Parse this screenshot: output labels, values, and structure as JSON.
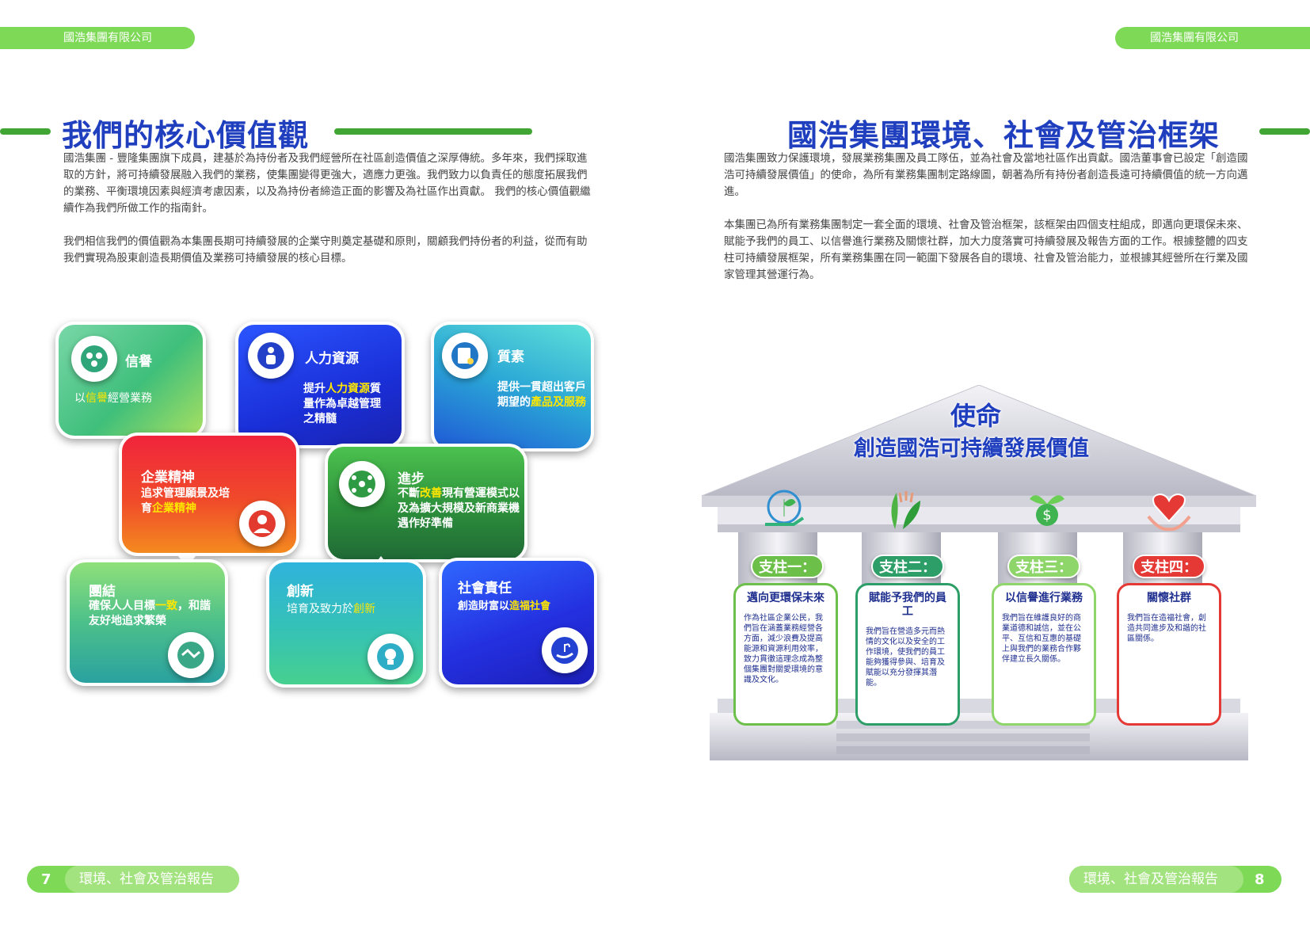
{
  "header": {
    "company_left": "國浩集團有限公司",
    "company_right": "國浩集團有限公司"
  },
  "left": {
    "title": "我們的核心價值觀",
    "para1": "國浩集團 - 豐隆集團旗下成員，建基於為持份者及我們經營所在社區創造價值之深厚傳統。多年來，我們採取進取的方針，將可持續發展融入我們的業務，使集團變得更強大，適應力更強。我們致力以負責任的態度拓展我們的業務、平衡環境因素與經濟考慮因素，以及為持份者締造正面的影響及為社區作出貢獻。 我們的核心價值觀繼續作為我們所做工作的指南針。",
    "para2": "我們相信我們的價值觀為本集團長期可持續發展的企業守則奠定基礎和原則，關顧我們持份者的利益，從而有助我們實現為股東創造長期價值及業務可持續發展的核心目標。",
    "values": {
      "integrity": {
        "title": "信譽",
        "desc_a": "以",
        "desc_hl": "信譽",
        "desc_b": "經營業務"
      },
      "hr": {
        "title": "人力資源",
        "desc_a": "提升",
        "desc_hl": "人力資源",
        "desc_b": "質量作為卓越管理之精髓"
      },
      "quality": {
        "title": "質素",
        "desc_a": "提供一貫超出客戶期望的",
        "desc_hl": "產品及服務",
        "desc_b": ""
      },
      "entrepreneur": {
        "title": "企業精神",
        "desc_a": "追求管理願景及培育",
        "desc_hl": "企業精神",
        "desc_b": ""
      },
      "progress": {
        "title": "進步",
        "desc_a": "不斷",
        "desc_hl": "改善",
        "desc_b": "現有營運模式以及為擴大規模及新商業機遇作好準備"
      },
      "unity": {
        "title": "團結",
        "desc_a": "確保人人目標",
        "desc_hl": "一致",
        "desc_b": "，和諧友好地追求繁榮"
      },
      "innovation": {
        "title": "創新",
        "desc_a": "培育及致力於",
        "desc_hl": "創新",
        "desc_b": ""
      },
      "social": {
        "title": "社會責任",
        "desc_a": "創造財富以",
        "desc_hl": "造福社會",
        "desc_b": ""
      }
    }
  },
  "right": {
    "title": "國浩集團環境、社會及管治框架",
    "para1": "國浩集團致力保護環境，發展業務集團及員工隊伍，並為社會及當地社區作出貢獻。國浩董事會已設定「創造國浩可持續發展價值」的使命，為所有業務集團制定路線圖，朝著為所有持份者創造長遠可持續價值的統一方向邁進。",
    "para2": "本集團已為所有業務集團制定一套全面的環境、社會及管治框架，該框架由四個支柱組成，即邁向更環保未來、賦能予我們的員工、以信譽進行業務及關懷社群，加大力度落實可持續發展及報告方面的工作。根據整體的四支柱可持續發展框架，所有業務集團在同一範圍下發展各自的環境、社會及管治能力，並根據其經營所在行業及國家管理其營運行為。",
    "mission_label": "使命",
    "mission_text": "創造國浩可持續發展價值",
    "pillars": [
      {
        "label": "支柱一：",
        "title": "邁向更環保未來",
        "text": "作為社區企業公民，我們旨在涵蓋業務經營各方面，減少浪費及提高能源和資源利用效率，致力貫徹這理念成為整個集團對關愛環境的意識及文化。",
        "color": "#6cc04a"
      },
      {
        "label": "支柱二：",
        "title": "賦能予我們的員工",
        "text": "我們旨在營造多元而熱情的文化以及安全的工作環境，使我們的員工能夠獲得參與、培育及賦能以充分發揮其潛能。",
        "color": "#2e9e68"
      },
      {
        "label": "支柱三：",
        "title": "以信譽進行業務",
        "text": "我們旨在維護良好的商業道德和誠信，並在公平、互信和互惠的基礎上與我們的業務合作夥伴建立長久關係。",
        "color": "#8fd66a"
      },
      {
        "label": "支柱四：",
        "title": "關懷社群",
        "text": "我們旨在造福社會，創造共同進步及和諧的社區關係。",
        "color": "#e53935"
      }
    ]
  },
  "footer": {
    "page_left": "7",
    "page_right": "8",
    "report_left": "環境、社會及管治報告",
    "report_right": "環境、社會及管治報告"
  }
}
